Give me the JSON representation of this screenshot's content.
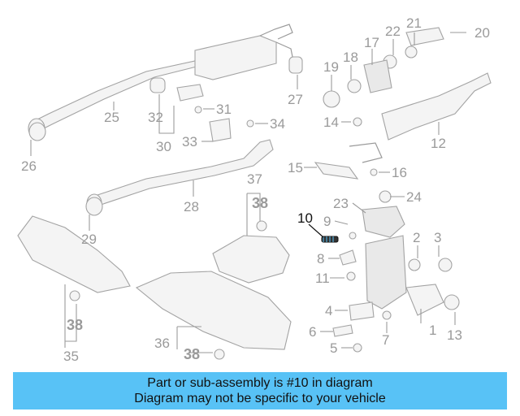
{
  "diagram": {
    "highlighted_part": "10",
    "accent_color": "#58c2f6",
    "callouts": {
      "p1": "1",
      "p2": "2",
      "p3": "3",
      "p4": "4",
      "p5": "5",
      "p6": "6",
      "p7": "7",
      "p8": "8",
      "p9": "9",
      "p10": "10",
      "p11": "11",
      "p12": "12",
      "p13": "13",
      "p14": "14",
      "p15": "15",
      "p16": "16",
      "p17": "17",
      "p18": "18",
      "p19": "19",
      "p20": "20",
      "p21": "21",
      "p22": "22",
      "p23": "23",
      "p24": "24",
      "p25": "25",
      "p26": "26",
      "p27": "27",
      "p28": "28",
      "p29": "29",
      "p30": "30",
      "p31": "31",
      "p32": "32",
      "p33": "33",
      "p34": "34",
      "p35": "35",
      "p36": "36",
      "p37": "37",
      "p38a": "38",
      "p38b": "38",
      "p38c": "38"
    }
  },
  "banner": {
    "line1": "Part or sub-assembly is #10 in diagram",
    "line2": "Diagram may not be specific to your vehicle"
  }
}
